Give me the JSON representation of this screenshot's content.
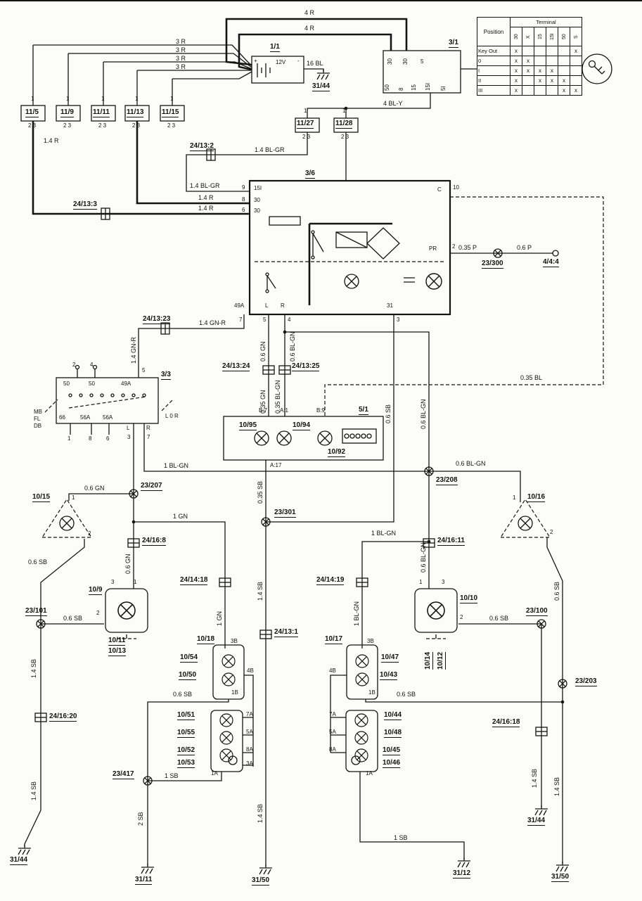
{
  "w": {
    "r4": "4 R",
    "r3": "3 R",
    "bl16": "16 BL",
    "r14": "1.4 R",
    "bly4": "4 BL-Y",
    "blgr14": "1.4 BL-GR",
    "p035": "0.35 P",
    "p06": "0.6 P",
    "gnr14": "1.4 GN-R",
    "gn06": "0.6 GN",
    "gn035": "0.35 GN",
    "gn1": "1 GN",
    "blgn06": "0.6 BL-GN",
    "blgn035": "0.35 BL-GN",
    "blgn1": "1 BL-GN",
    "sb035": "0.35 SB",
    "sb06": "0.6 SB",
    "sb1": "1 SB",
    "sb14": "1.4 SB",
    "sb2": "2 SB",
    "bl035": "0.35 BL"
  },
  "c": {
    "battery": "1/1",
    "ignition": "3/1",
    "flasher": "3/6",
    "stalk": "3/3",
    "cluster": "5/1",
    "i95": "10/95",
    "i94": "10/94",
    "i92": "10/92",
    "l15": "10/15",
    "l16": "10/16",
    "l9": "10/9",
    "l10": "10/10",
    "l11": "10/11",
    "l13": "10/13",
    "l14": "10/14",
    "l12": "10/12",
    "l18": "10/18",
    "l54": "10/54",
    "l50": "10/50",
    "l51": "10/51",
    "l55": "10/55",
    "l52": "10/52",
    "l53": "10/53",
    "l17": "10/17",
    "l47": "10/47",
    "l43": "10/43",
    "l44": "10/44",
    "l48": "10/48",
    "l45": "10/45",
    "l46": "10/46",
    "v12": "12V",
    "plus": "+",
    "minus": "-"
  },
  "n": {
    "f5": "11/5",
    "f9": "11/9",
    "f11": "11/11",
    "f13": "11/13",
    "f15": "11/15",
    "f27": "11/27",
    "f28": "11/28",
    "c132": "24/13:2",
    "c133": "24/13:3",
    "c1323": "24/13:23",
    "c1324": "24/13:24",
    "c1325": "24/13:25",
    "c168": "24/16:8",
    "c1611": "24/16:11",
    "c1418": "24/14:18",
    "c1419": "24/14:19",
    "c131": "24/13:1",
    "c1620": "24/16:20",
    "c1618": "24/16:18"
  },
  "s": {
    "s300": "23/300",
    "s207": "23/207",
    "s208": "23/208",
    "s301": "23/301",
    "s101": "23/101",
    "s100": "23/100",
    "s417": "23/417",
    "s203": "23/203"
  },
  "g": {
    "g44": "31/44",
    "g11": "31/11",
    "g50": "31/50",
    "g12": "31/12"
  },
  "d": {
    "t444": "4/4:4"
  },
  "p": {
    "n1": "1",
    "n2": "2",
    "n3": "3",
    "n4": "4",
    "n5": "5",
    "n6": "6",
    "n7": "7",
    "n8": "8",
    "n9": "9",
    "n10": "10",
    "n23": "2 3",
    "n30": "30",
    "n50": "50",
    "n15": "15",
    "n15i": "15I",
    "n5i": "5I",
    "n31": "31",
    "n49a": "49A",
    "nl": "L",
    "nr": "R",
    "nc": "C",
    "npr": "PR",
    "b7": "B:7",
    "a1": "A:1",
    "b9": "B:9",
    "a17": "A:17",
    "n3b": "3B",
    "n4b": "4B",
    "n1b": "1B",
    "n7a": "7A",
    "n5a": "5A",
    "n8a": "8A",
    "n3a": "3A",
    "n1a": "1A",
    "n66": "66",
    "n56a": "56A",
    "mb": "MB",
    "fl": "FL",
    "db": "DB",
    "lor": "L 0 R"
  },
  "t": {
    "position": "Position",
    "terminal": "Terminal",
    "cols": [
      "30",
      "X",
      "15",
      "15I",
      "50",
      "S"
    ],
    "rows": [
      {
        "l": "Key Out",
        "m": [
          "x",
          "",
          "",
          "",
          "",
          "x"
        ]
      },
      {
        "l": "0",
        "m": [
          "x",
          "x",
          "",
          "",
          "",
          ""
        ]
      },
      {
        "l": "I",
        "m": [
          "x",
          "x",
          "x",
          "x",
          "",
          ""
        ]
      },
      {
        "l": "II",
        "m": [
          "x",
          "",
          "x",
          "x",
          "x",
          ""
        ]
      },
      {
        "l": "III",
        "m": [
          "x",
          "",
          "",
          "",
          "x",
          "x"
        ]
      }
    ]
  }
}
